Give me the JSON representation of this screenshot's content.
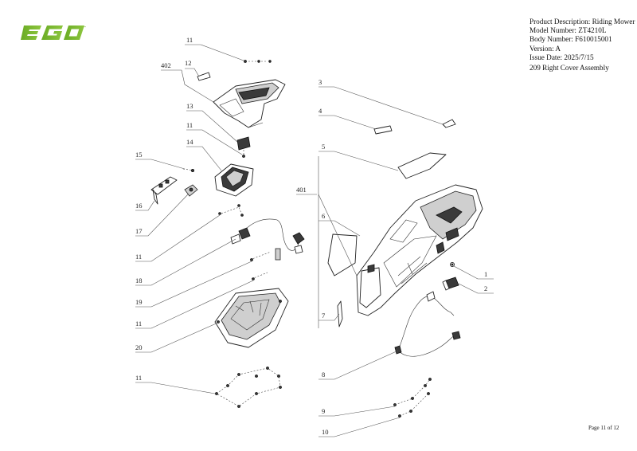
{
  "brand": {
    "logo_text": "EGO",
    "accent": "#7ab929"
  },
  "product_info": {
    "description": "Product Description: Riding Mower",
    "model_number": "Model Number: ZT4210L",
    "body_number": "Body Number: F610015001",
    "version": "Version: A",
    "issue_date": "Issue Date: 2025/7/15"
  },
  "assembly_title": "209 Right Cover Assembly",
  "page_number": "Page 11 of 12",
  "callouts": {
    "c11a": "11",
    "c402": "402",
    "c12": "12",
    "c13": "13",
    "c11b": "11",
    "c14": "14",
    "c15": "15",
    "c16": "16",
    "c17": "17",
    "c11c": "11",
    "c18": "18",
    "c19": "19",
    "c11d": "11",
    "c20": "20",
    "c11e": "11",
    "c3": "3",
    "c4": "4",
    "c5": "5",
    "c401": "401",
    "c6": "6",
    "c7": "7",
    "c1": "1",
    "c2": "2",
    "c8": "8",
    "c9": "9",
    "c10": "10"
  }
}
